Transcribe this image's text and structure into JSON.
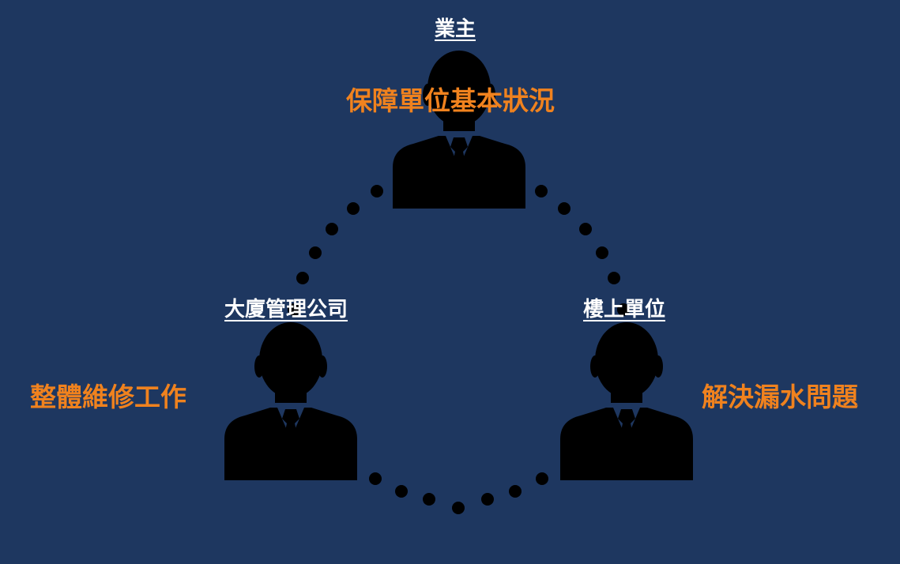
{
  "colors": {
    "background": "#1e3760",
    "role_label": "#ffffff",
    "duty_label": "#f0821e",
    "silhouette": "#000000",
    "dots": "#000000"
  },
  "icons": [
    "person-silhouette-icon"
  ],
  "nodes": {
    "owner": {
      "role": "業主",
      "duty": "保障單位基本狀況"
    },
    "management": {
      "role": "大廈管理公司",
      "duty": "整體維修工作"
    },
    "upstairs": {
      "role": "樓上單位",
      "duty": "解決漏水問題"
    }
  },
  "connectors": [
    "owner-management",
    "owner-upstairs",
    "management-upstairs"
  ]
}
